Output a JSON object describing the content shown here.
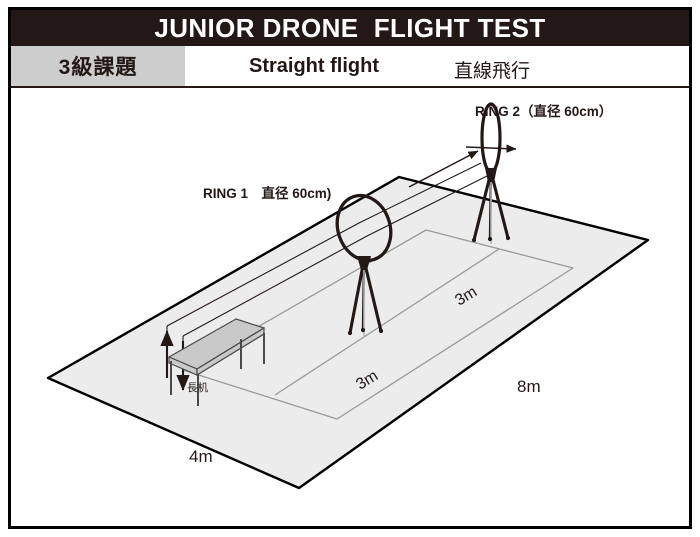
{
  "header": {
    "title": "JUNIOR DRONE  FLIGHT TEST",
    "grade_badge": "3級課題",
    "task_en": "Straight flight",
    "task_ja": "直線飛行"
  },
  "diagram": {
    "labels": {
      "ring1": "RING 1　直径 60cm)",
      "ring2": "RING 2（直径 60cm）",
      "desk": "長机",
      "field_width": "4m",
      "field_length": "8m",
      "course_depth": "3m",
      "course_depth_2": "3m"
    },
    "colors": {
      "ink": "#231815",
      "field_fill": "#ececec",
      "field_stroke": "#000000",
      "course_stroke": "#9a9a9a",
      "desk_fill": "#c9c9c9",
      "desk_stroke": "#4a4a4a",
      "badge_bg": "#cdcdcd",
      "bar_bg": "#231815"
    }
  }
}
